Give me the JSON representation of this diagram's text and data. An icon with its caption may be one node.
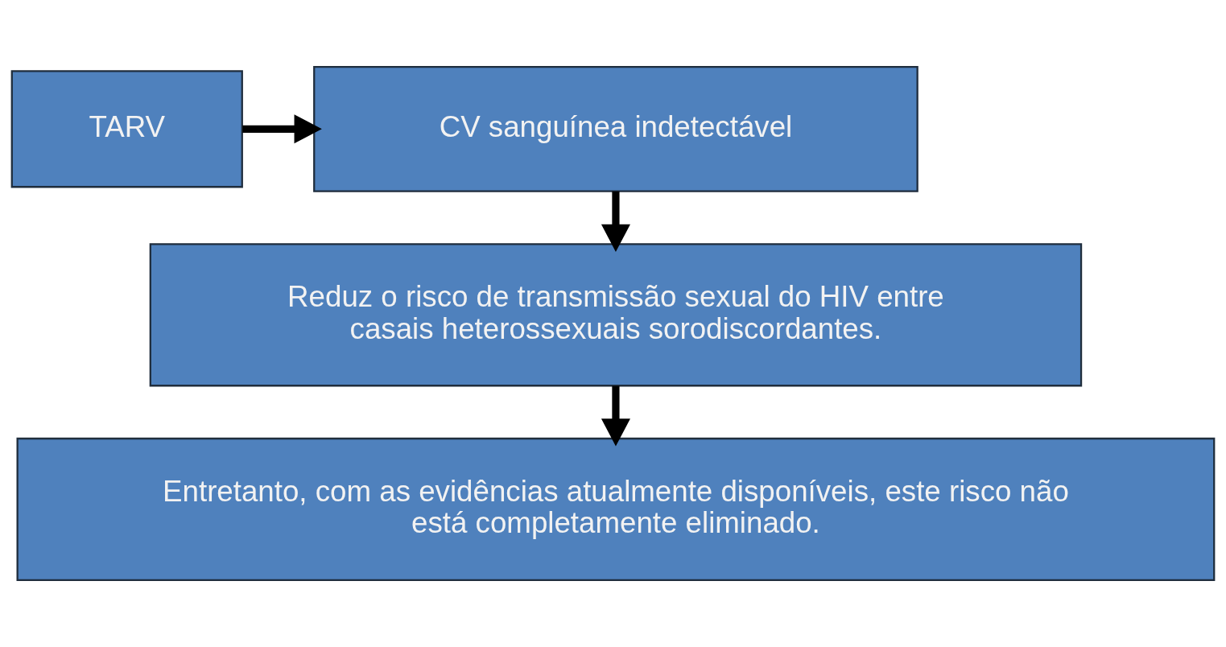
{
  "diagram": {
    "nodes": [
      {
        "text": [
          "TARV"
        ]
      },
      {
        "text": [
          "CV sanguínea indetectável"
        ]
      },
      {
        "text": [
          "Reduz o risco de transmissão sexual do HIV entre casais heterossexuais sorodiscordantes."
        ]
      },
      {
        "text": [
          "Entretanto, com as evidências atualmente disponíveis, este risco não está completamente eliminado."
        ]
      }
    ],
    "edges": [
      {
        "from": 0,
        "to": 1,
        "arrow": "to"
      },
      {
        "from": 1,
        "to": 2,
        "arrow": "to"
      },
      {
        "from": 2,
        "to": 3,
        "arrow": "to"
      }
    ]
  }
}
